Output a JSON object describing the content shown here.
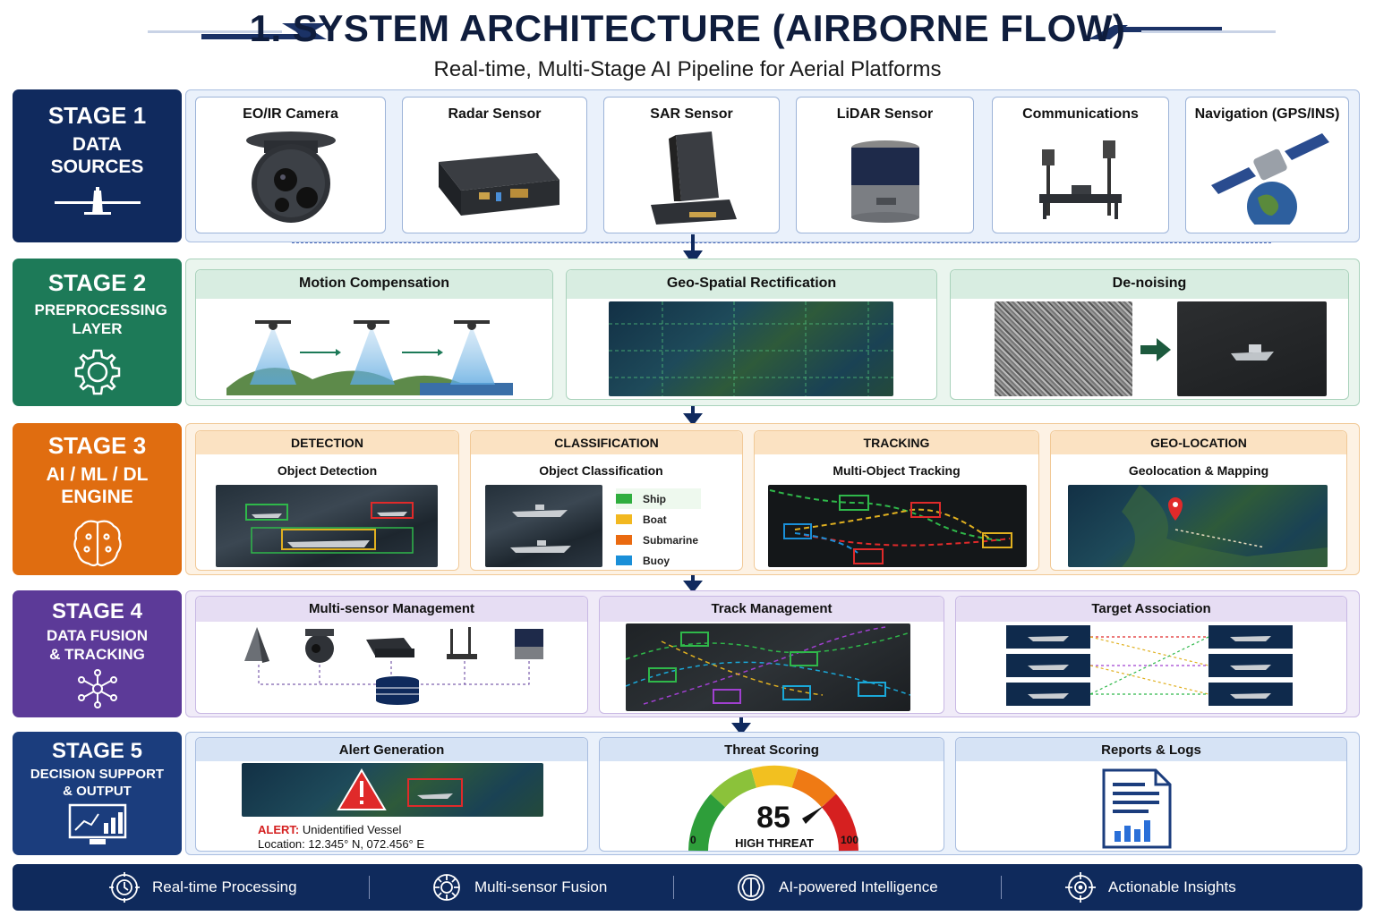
{
  "title": "1. SYSTEM ARCHITECTURE (AIRBORNE FLOW)",
  "subtitle": "Real-time, Multi-Stage AI Pipeline for Aerial Platforms",
  "colors": {
    "stage1": "#102a5e",
    "stage2": "#1d7a58",
    "stage3": "#e06d10",
    "stage4": "#5c3a98",
    "stage5": "#1b3d7d",
    "footer": "#0f2a5c",
    "alert": "#d42020"
  },
  "stages": [
    {
      "number": "STAGE 1",
      "desc": "DATA SOURCES",
      "icon": "airplane-icon"
    },
    {
      "number": "STAGE 2",
      "desc": "PREPROCESSING LAYER",
      "icon": "gear-icon"
    },
    {
      "number": "STAGE 3",
      "desc": "AI / ML / DL ENGINE",
      "icon": "brain-icon"
    },
    {
      "number": "STAGE 4",
      "desc": "DATA FUSION & TRACKING",
      "icon": "network-icon"
    },
    {
      "number": "STAGE 5",
      "desc": "DECISION SUPPORT & OUTPUT",
      "icon": "monitor-chart-icon"
    }
  ],
  "sources": [
    "EO/IR Camera",
    "Radar Sensor",
    "SAR Sensor",
    "LiDAR Sensor",
    "Communications",
    "Navigation (GPS/INS)"
  ],
  "preprocessing": [
    "Motion Compensation",
    "Geo-Spatial Rectification",
    "De-noising"
  ],
  "ai": [
    {
      "header": "DETECTION",
      "sub": "Object Detection"
    },
    {
      "header": "CLASSIFICATION",
      "sub": "Object Classification"
    },
    {
      "header": "TRACKING",
      "sub": "Multi-Object Tracking"
    },
    {
      "header": "GEO-LOCATION",
      "sub": "Geolocation & Mapping"
    }
  ],
  "classes": [
    "Ship",
    "Boat",
    "Submarine",
    "Buoy"
  ],
  "fusion": [
    "Multi-sensor Management",
    "Track Management",
    "Target Association"
  ],
  "output": {
    "alert_header": "Alert Generation",
    "alert_label": "ALERT:",
    "alert_text": "Unidentified Vessel",
    "location": "Location: 12.345° N, 072.456° E",
    "threat_header": "Threat Scoring",
    "threat_value": "85",
    "threat_label": "HIGH THREAT",
    "threat_min": "0",
    "threat_max": "100",
    "reports_header": "Reports & Logs"
  },
  "footer": [
    "Real-time Processing",
    "Multi-sensor Fusion",
    "AI-powered Intelligence",
    "Actionable Insights"
  ]
}
